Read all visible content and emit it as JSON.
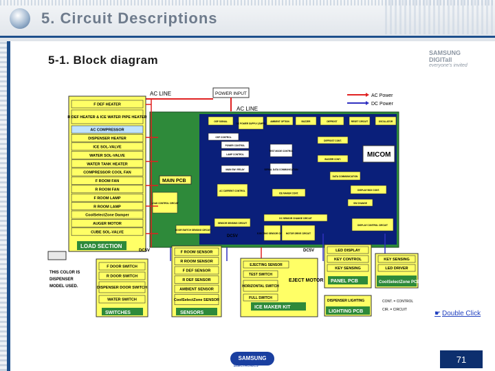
{
  "header": {
    "title": "5. Circuit Descriptions"
  },
  "subtitle": "5-1. Block diagram",
  "logo": {
    "brand": "SAMSUNG DIGITall",
    "tagline": "everyone's invited"
  },
  "diagram": {
    "ac_line_top": "AC LINE",
    "power_input": "POWER INPUT",
    "ac_line_main": "AC LINE",
    "legend_ac": "AC Power",
    "legend_dc": "DC Power",
    "loads": [
      "F DEF HEATER",
      "R DEF HEATER & ICE WATER PIPE HEATER",
      "AC COMPRESSOR",
      "DISPENSER HEATER",
      "ICE SOL-VALVE",
      "WATER SOL-VALVE",
      "WATER TANK HEATER",
      "COMPRESSOR COOL FAN",
      "F ROOM FAN",
      "R ROOM FAN",
      "F ROOM LAMP",
      "R ROOM LAMP",
      "CoolSelectZone Damper",
      "AUGER MOTOR",
      "CUBE SOL-VALVE"
    ],
    "load_section": "LOAD SECTION",
    "main_pcb": "MAIN PCB",
    "micom": "MICOM",
    "main_blocks": [
      "OSP SIGNAL",
      "DC POWER SUPPLY (SMPS)",
      "AMBIENT OPTION",
      "BUZZER",
      "DEFROST",
      "RESET CIRCUIT",
      "OSCILLATOR",
      "OSP CONTROL",
      "POWER CONTROL",
      "LAMP CONTROL",
      "TEST MODE CONTROL",
      "MAIN SW / RELAY",
      "SERIAL DATA COMMUNICATION",
      "DEFROST CONT.",
      "BUZZER CONT.",
      "DATA COMMUNICATION",
      "AC CURRENT CONTROL",
      "ICE MAKER CONT.",
      "DISPLAY BOX CONT.",
      "SW CHANGE",
      "LOAD CONTROL CIRCUIT",
      "DOOR SWITCH SENSING CIRCUIT",
      "SENSOR SENSING CIRCUIT",
      "DC SENSOR CHANGE CIRCUIT",
      "EJECTING SENSOR CIRCUIT",
      "MOTOR DRIVE CIRCUIT",
      "DISPLAY CONTROL CIRCUIT"
    ],
    "dc5v": "DC5V",
    "switches": [
      "F DOOR SWITCH",
      "R DOOR SWITCH",
      "DISPENSER DOOR SWITCH",
      "WATER SWITCH"
    ],
    "switches_label": "SWITCHES",
    "sensors": [
      "F ROOM SENSOR",
      "R ROOM SENSOR",
      "F DEF SENSOR",
      "R DEF SENSOR",
      "AMBIENT SENSOR",
      "CoolSelectZone SENSOR"
    ],
    "sensors_label": "SENSORS",
    "ice_maker": [
      "EJECTING SENSOR",
      "TEST SWITCH",
      "HORIZONTAL SWITCH",
      "FULL SWITCH"
    ],
    "eject_motor": "EJECT MOTOR",
    "ice_maker_label": "ICE MAKER KIT",
    "panel": [
      "LED DISPLAY",
      "KEY CONTROL",
      "KEY SENSING"
    ],
    "panel_label": "PANEL PCB",
    "panel_right": [
      "KEY SENSING",
      "LED DRIVER"
    ],
    "coolselect_pcb": "CoolSelectZone PCB",
    "dispenser_lighting": "DISPENSER LIGHTING",
    "lighting_label": "LIGHTING PCB",
    "note_cont": "CONT. = CONTROL",
    "note_cir": "CIR. = CIRCUIT",
    "dispenser_note": "THIS COLOR IS DISPENSER MODEL USED."
  },
  "double_click": "Double Click",
  "footer": {
    "brand": "SAMSUNG",
    "sub": "ELECTRONICS",
    "page": "71"
  },
  "colors": {
    "ac_power": "#e02020",
    "dc_power": "#3030c0",
    "load_yellow": "#ffff66",
    "main_pcb_green": "#2e8a3a",
    "micom_blue": "#0a1f7a"
  }
}
